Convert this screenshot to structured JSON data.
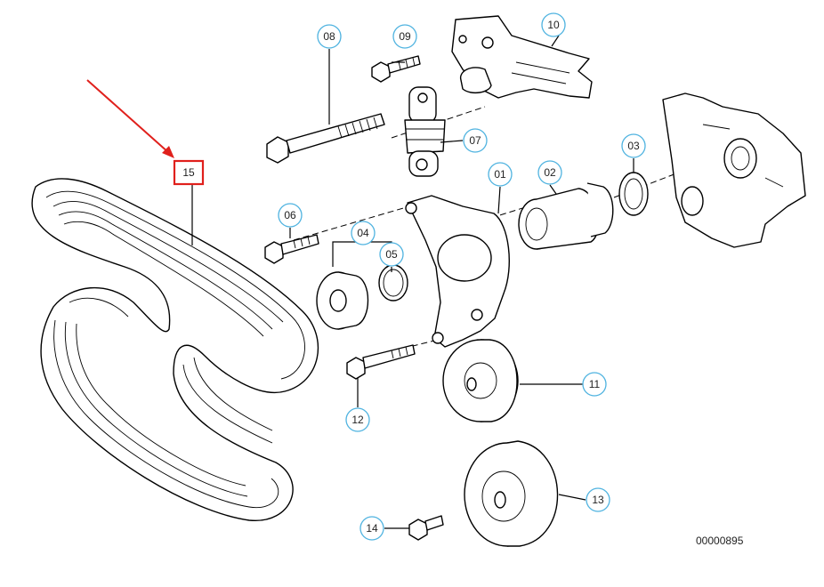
{
  "diagram": {
    "code": "00000895",
    "highlighted_part": "15",
    "highlight_color": "#e0201c",
    "callout_color": "#4fb3e0",
    "callouts": {
      "p01": "01",
      "p02": "02",
      "p03": "03",
      "p04": "04",
      "p05": "05",
      "p06": "06",
      "p07": "07",
      "p08": "08",
      "p09": "09",
      "p10": "10",
      "p11": "11",
      "p12": "12",
      "p13": "13",
      "p14": "14",
      "p15": "15"
    }
  }
}
